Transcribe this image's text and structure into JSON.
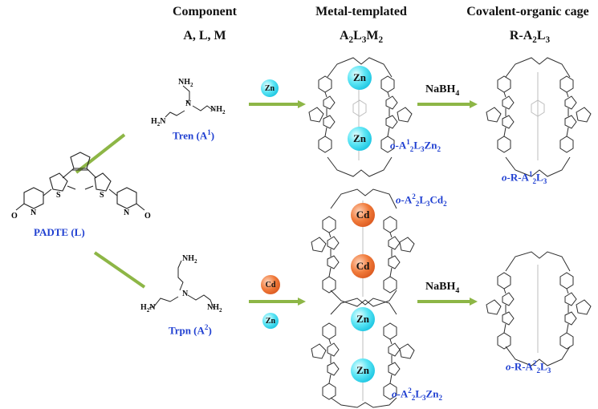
{
  "headers": {
    "col1_title": "Component",
    "col1_sub": "A, L, M",
    "col2_title": "Metal-templated",
    "col2_sub_html": "A<sub>2</sub>L<sub>3</sub>M<sub>2</sub>",
    "col3_title": "Covalent-organic cage",
    "col3_sub_html": "R-A<sub>2</sub>L<sub>3</sub>"
  },
  "components": {
    "ligand": {
      "name": "PADTE (L)"
    },
    "amine1": {
      "name_html": "Tren (A<sup>1</sup>)",
      "groups": [
        "NH2",
        "NH2",
        "H2N",
        "N"
      ]
    },
    "amine2": {
      "name_html": "Trpn (A<sup>2</sup>)",
      "groups": [
        "NH2",
        "NH2",
        "H2N",
        "N"
      ]
    }
  },
  "metals": {
    "zn": {
      "label": "Zn",
      "color": "#22c8e6"
    },
    "cd": {
      "label": "Cd",
      "color": "#e0602a"
    }
  },
  "reagent": {
    "label_html": "NaBH<sub>4</sub>"
  },
  "products": {
    "a1_zn": {
      "label_html": "<i>o</i>-A<sup>1</sup><sub>2</sub>L<sub>3</sub>Zn<sub>2</sub>"
    },
    "a1_r": {
      "label_html": "<i>o</i>-R-A<sup>1</sup><sub>2</sub>L<sub>3</sub>"
    },
    "a2_cd": {
      "label_html": "<i>o</i>-A<sup>2</sup><sub>2</sub>L<sub>3</sub>Cd<sub>2</sub>"
    },
    "a2_zn": {
      "label_html": "<i>o</i>-A<sup>2</sup><sub>2</sub>L<sub>3</sub>Zn<sub>2</sub>"
    },
    "a2_r": {
      "label_html": "<i>o</i>-R-A<sup>2</sup><sub>2</sub>L<sub>3</sub>"
    }
  },
  "colors": {
    "arrow": "#8db646",
    "label_blue": "#1f3fd1"
  }
}
